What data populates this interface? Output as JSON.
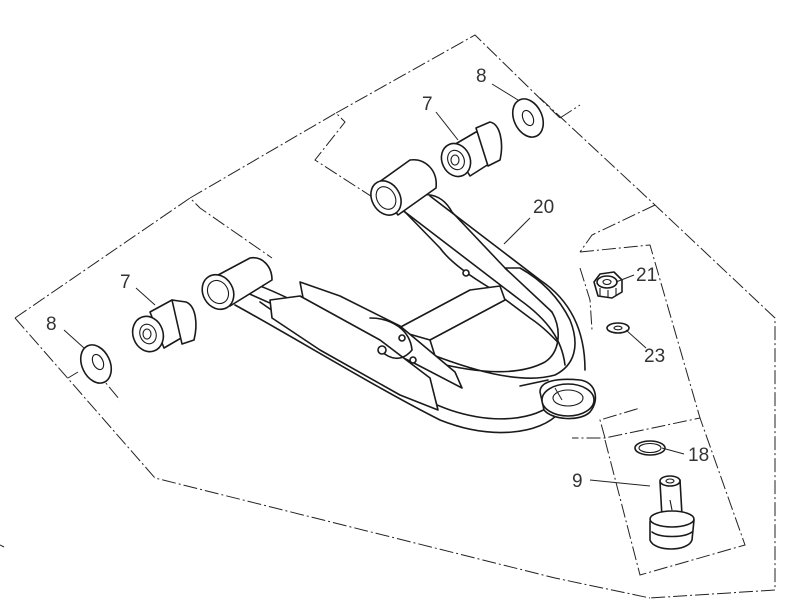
{
  "callouts": {
    "bushing_upper": "7",
    "bushing_left": "7",
    "washer_upper": "8",
    "washer_left": "8",
    "ball_joint": "9",
    "snap_ring": "18",
    "control_arm": "20",
    "castle_nut": "21",
    "washer_small": "23"
  }
}
